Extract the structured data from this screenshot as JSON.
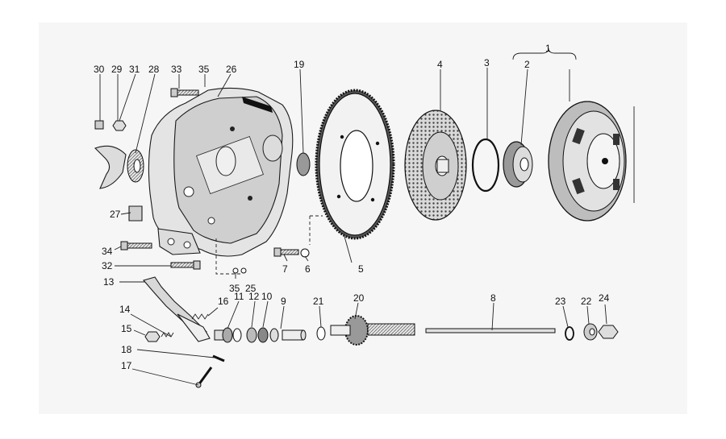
{
  "labels": [
    "1",
    "2",
    "3",
    "4",
    "5",
    "6",
    "7",
    "8",
    "9",
    "10",
    "11",
    "12",
    "13",
    "14",
    "15",
    "16",
    "17",
    "18",
    "19",
    "20",
    "21",
    "22",
    "23",
    "24",
    "25",
    "26",
    "27",
    "28",
    "29",
    "30",
    "31",
    "32",
    "33",
    "34",
    "35"
  ],
  "colors": {
    "ink": "#1a1a1a",
    "panel": "#f6f6f6",
    "page": "#ffffff"
  }
}
